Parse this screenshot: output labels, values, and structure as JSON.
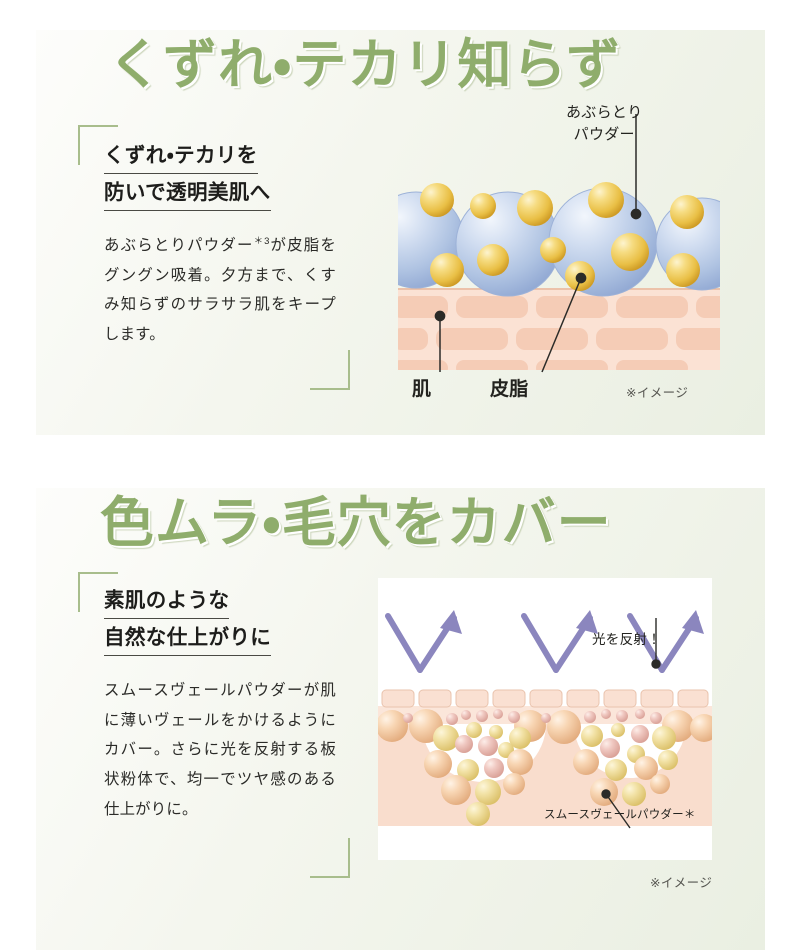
{
  "theme": {
    "accent_green": "#8fad6c",
    "bracket_green": "#a8bd8c",
    "text_dark": "#1d1d1b",
    "panel_bg": "#eef2e6",
    "skin_pink": "#fae0d2",
    "brick_pink": "#f5cdb8",
    "sebum_blue": "#b8c8e4",
    "powder_gold": "#f0cf63",
    "arrow_purple": "#8b86be"
  },
  "sections": [
    {
      "title": "くずれ・テカリ知らず",
      "lede_lines": [
        "くずれ・テカリを",
        "防いで透明美肌へ"
      ],
      "body": "あぶらとりパウダー",
      "body_sup": "＊3",
      "body_rest": "が皮脂をグングン吸着。夕方まで、くすみ知らずのサラサラ肌をキープします。",
      "diagram": {
        "label_powder": "あぶらとり\nパウダー",
        "label_powder_l1": "あぶらとり",
        "label_powder_l2": "パウダー",
        "label_skin": "肌",
        "label_sebum": "皮脂",
        "image_note": "※イメージ"
      }
    },
    {
      "title": "色ムラ・毛穴をカバー",
      "lede_lines": [
        "素肌のような",
        "自然な仕上がりに"
      ],
      "body_rest": "スムースヴェールパウダーが肌に薄いヴェールをかけるようにカバー。さらに光を反射する板状粉体で、均一でツヤ感のある仕上がりに。",
      "diagram": {
        "label_reflect": "光を反射！",
        "label_veil": "スムースヴェールパウダー＊",
        "image_note": "※イメージ"
      }
    }
  ]
}
